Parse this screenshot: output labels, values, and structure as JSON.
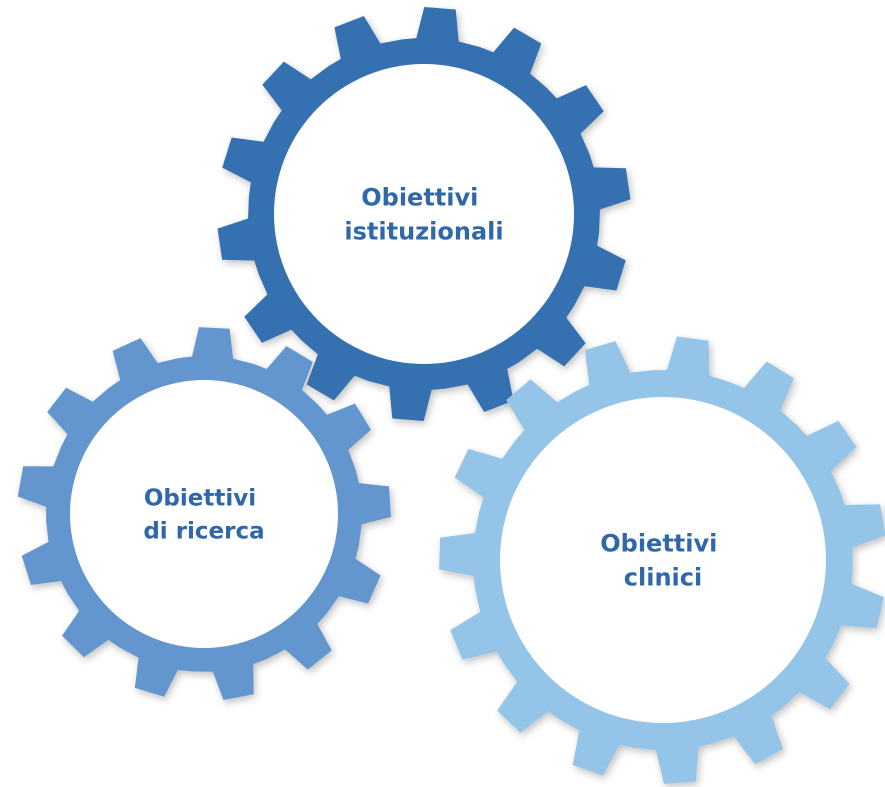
{
  "gears": [
    {
      "id": "istituzionali",
      "lines": [
        "Obiettivi",
        "istituzionali"
      ],
      "color": "#3671b1",
      "label_color": "#2f67a8"
    },
    {
      "id": "ricerca",
      "lines": [
        "Obiettivi",
        "di ricerca"
      ],
      "color": "#6396cf",
      "label_color": "#2f67a8"
    },
    {
      "id": "clinici",
      "lines": [
        "Obiettivi",
        "clinici"
      ],
      "color": "#94c5e9",
      "label_color": "#2f67a8"
    }
  ]
}
